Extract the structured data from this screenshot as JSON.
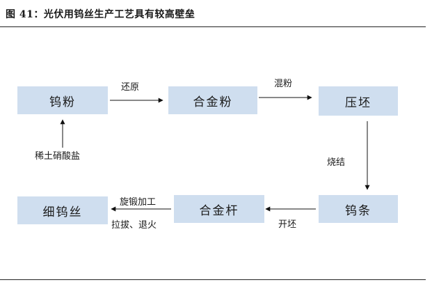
{
  "figure": {
    "title": "图 41：光伏用钨丝生产工艺具有较高壁垒"
  },
  "nodes": {
    "tungsten_powder": "钨粉",
    "alloy_powder": "合金粉",
    "green_compact": "压坯",
    "tungsten_bar": "钨条",
    "alloy_rod": "合金杆",
    "fine_tungsten_wire": "细钨丝"
  },
  "labels": {
    "source": "稀土硝酸盐",
    "reduction": "还原",
    "mixing": "混粉",
    "sintering": "烧结",
    "billeting": "开坯",
    "swaging": "旋锻加工",
    "drawing": "拉拔、退火"
  }
}
